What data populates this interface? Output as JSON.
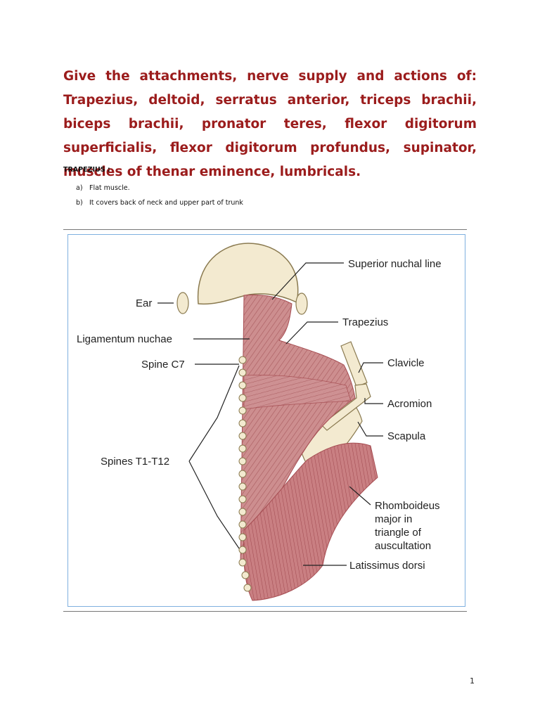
{
  "heading": "Give the attachments, nerve supply and actions of: Trapezius, deltoid, serratus anterior, triceps brachii, biceps brachii, pronator teres, flexor digitorum superficialis, flexor digitorum profundus, supinator, muscles of thenar eminence, lumbricals.",
  "section": {
    "title": "TRAPEZIUS :",
    "points": [
      {
        "marker": "a)",
        "text": "Flat muscle."
      },
      {
        "marker": "b)",
        "text": "It covers back of neck and upper part of trunk"
      }
    ]
  },
  "figure": {
    "labels": {
      "superior_nuchal_line": "Superior nuchal line",
      "ear": "Ear",
      "trapezius": "Trapezius",
      "ligamentum_nuchae": "Ligamentum nuchae",
      "spine_c7": "Spine C7",
      "clavicle": "Clavicle",
      "acromion": "Acromion",
      "scapula": "Scapula",
      "spines_t1_t12": "Spines T1-T12",
      "rhomboideus_1": "Rhomboideus",
      "rhomboideus_2": "major in",
      "rhomboideus_3": "triangle of",
      "rhomboideus_4": "auscultation",
      "latissimus_dorsi": "Latissimus dorsi"
    },
    "colors": {
      "muscle": "#c9898a",
      "muscle_dark": "#a64d52",
      "bone": "#f3ead0",
      "bone_edge": "#8a7a50"
    }
  },
  "page_number": "1"
}
